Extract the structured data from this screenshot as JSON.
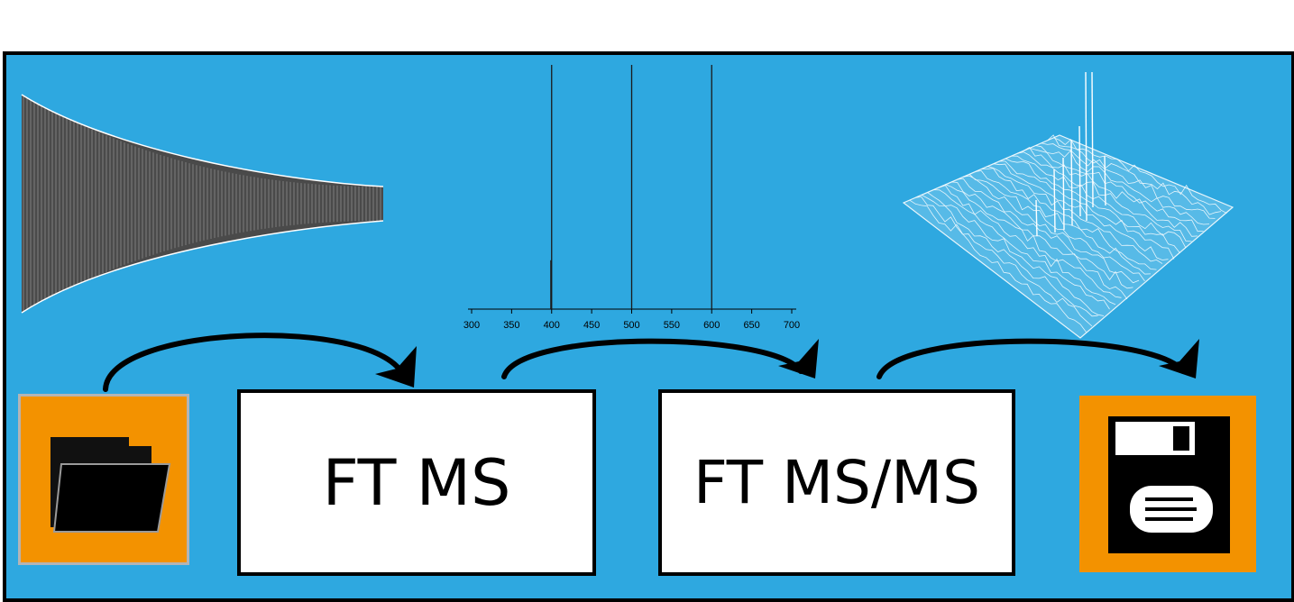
{
  "steps": [
    {
      "id": "open",
      "icon": "folder-open-icon"
    },
    {
      "id": "ftms",
      "label": "FT MS"
    },
    {
      "id": "ftmsms",
      "label": "FT MS/MS"
    },
    {
      "id": "save",
      "icon": "floppy-disk-icon"
    }
  ],
  "spectrum": {
    "tick_labels": [
      "300",
      "350",
      "400",
      "450",
      "500",
      "550",
      "600",
      "650",
      "700"
    ],
    "xlim": [
      300,
      700
    ],
    "peaks": [
      {
        "mz": 400,
        "intensity": 1.0
      },
      {
        "mz": 500,
        "intensity": 1.0
      },
      {
        "mz": 600,
        "intensity": 1.0
      },
      {
        "mz": 399,
        "intensity": 0.2
      }
    ]
  },
  "colors": {
    "background": "#2ea8e0",
    "tile": "#f39200",
    "frame": "#000000",
    "box": "#ffffff"
  }
}
